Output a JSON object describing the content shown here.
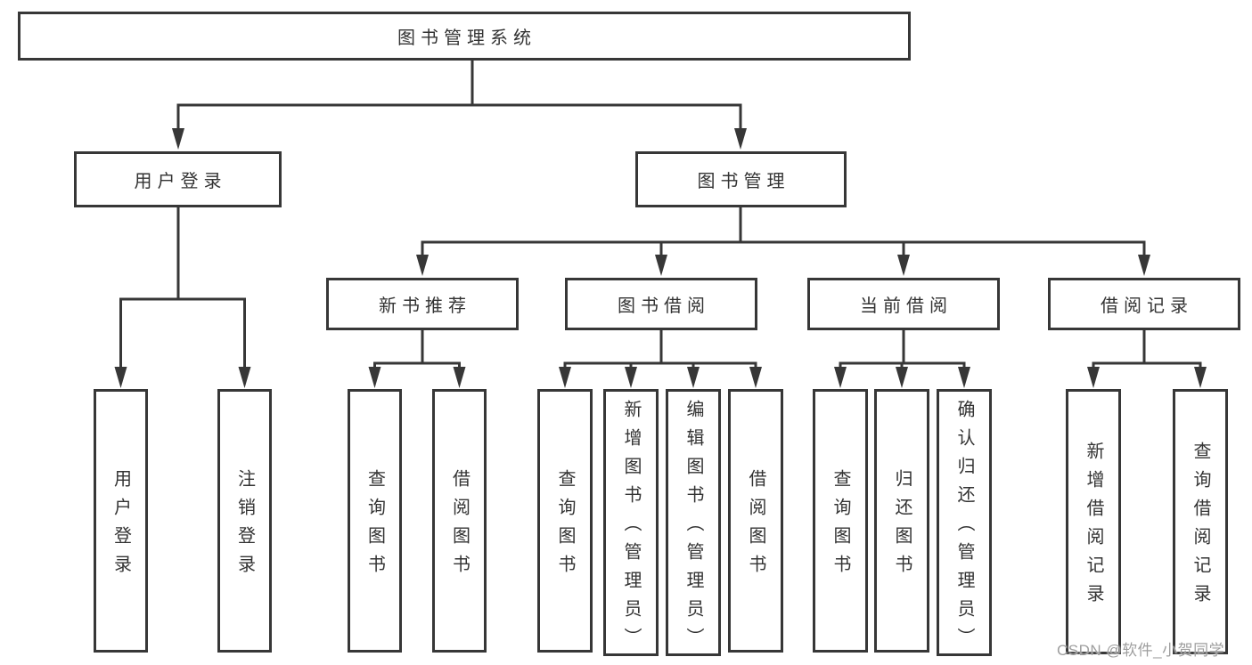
{
  "diagram": {
    "root": {
      "label": "图书管理系统"
    },
    "branches": [
      {
        "label": "用户登录",
        "children": [
          "用户登录",
          "注销登录"
        ]
      },
      {
        "label": "图书管理",
        "modules": [
          {
            "label": "新书推荐",
            "children": [
              "查询图书",
              "借阅图书"
            ]
          },
          {
            "label": "图书借阅",
            "children": [
              "查询图书",
              "新增图书（管理员）",
              "编辑图书（管理员）",
              "借阅图书"
            ]
          },
          {
            "label": "当前借阅",
            "children": [
              "查询图书",
              "归还图书",
              "确认归还（管理员）"
            ]
          },
          {
            "label": "借阅记录",
            "children": [
              "新增借阅记录",
              "查询借阅记录"
            ]
          }
        ]
      }
    ],
    "watermark": "CSDN @软件_小贺同学",
    "colors": {
      "line": "#373737",
      "text": "#333333",
      "box_background": "#ffffff",
      "watermark": "#9e9e9e"
    }
  }
}
